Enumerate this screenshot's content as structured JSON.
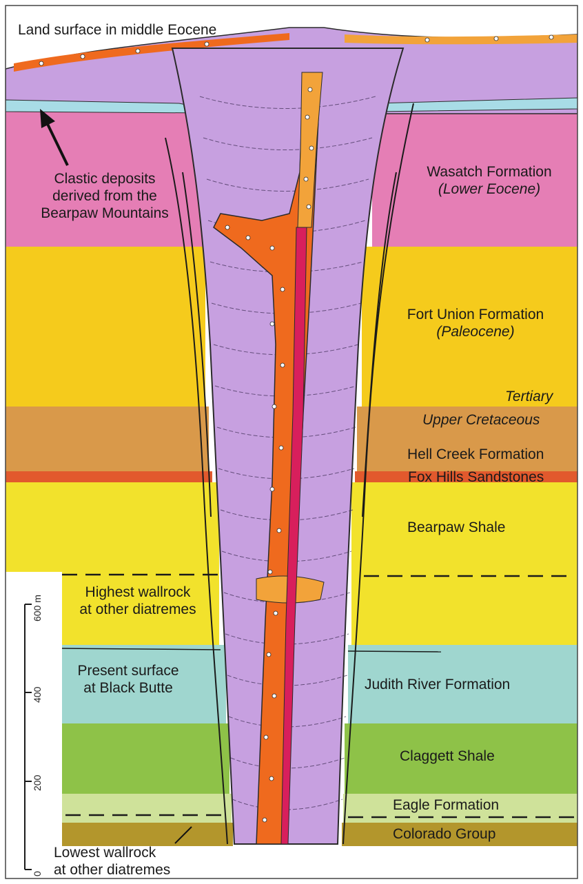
{
  "title": "Land surface in middle Eocene",
  "annotations": {
    "clastic": [
      "Clastic deposits",
      "derived from the",
      "Bearpaw Mountains"
    ],
    "highest": [
      "Highest wallrock",
      "at other diatremes"
    ],
    "present": [
      "Present surface",
      "at Black Butte"
    ],
    "lowest": [
      "Lowest wallrock",
      "at other diatremes"
    ]
  },
  "formations": {
    "wasatch": "Wasatch Formation",
    "wasatch_age": "(Lower Eocene)",
    "fort_union": "Fort Union Formation",
    "fort_union_age": "(Paleocene)",
    "tertiary": "Tertiary",
    "upper_cretaceous": "Upper Cretaceous",
    "hell_creek": "Hell Creek Formation",
    "fox_hills": "Fox Hills Sandstones",
    "bearpaw": "Bearpaw Shale",
    "judith": "Judith River Formation",
    "claggett": "Claggett Shale",
    "eagle": "Eagle Formation",
    "colorado": "Colorado Group"
  },
  "scale": {
    "unit_label": "600 m",
    "ticks": [
      "400",
      "200",
      "0"
    ]
  },
  "colors": {
    "wasatch": "#e57eb5",
    "fort_union": "#f5cb1c",
    "hell_creek": "#d9994a",
    "fox_hills": "#e2592d",
    "bearpaw": "#f2e22c",
    "judith": "#9fd6cf",
    "claggett": "#8ec248",
    "eagle": "#cfe29a",
    "colorado": "#b3962c",
    "diatreme": "#c7a0e0",
    "dike": "#ef6a1e",
    "breccia": "#f2a33a",
    "intrusion": "#d81f5c",
    "clastic": "#a8dce6"
  }
}
